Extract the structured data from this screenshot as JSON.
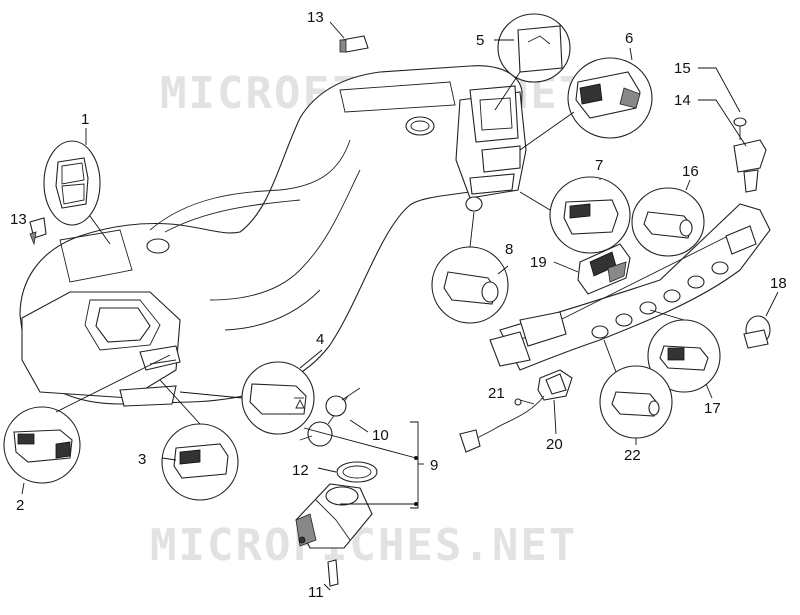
{
  "watermark": "MICROFICHES.NET",
  "callouts": [
    "1",
    "2",
    "3",
    "4",
    "5",
    "6",
    "7",
    "8",
    "9",
    "10",
    "11",
    "12",
    "13",
    "13",
    "14",
    "15",
    "16",
    "17",
    "18",
    "19",
    "20",
    "21",
    "22"
  ]
}
